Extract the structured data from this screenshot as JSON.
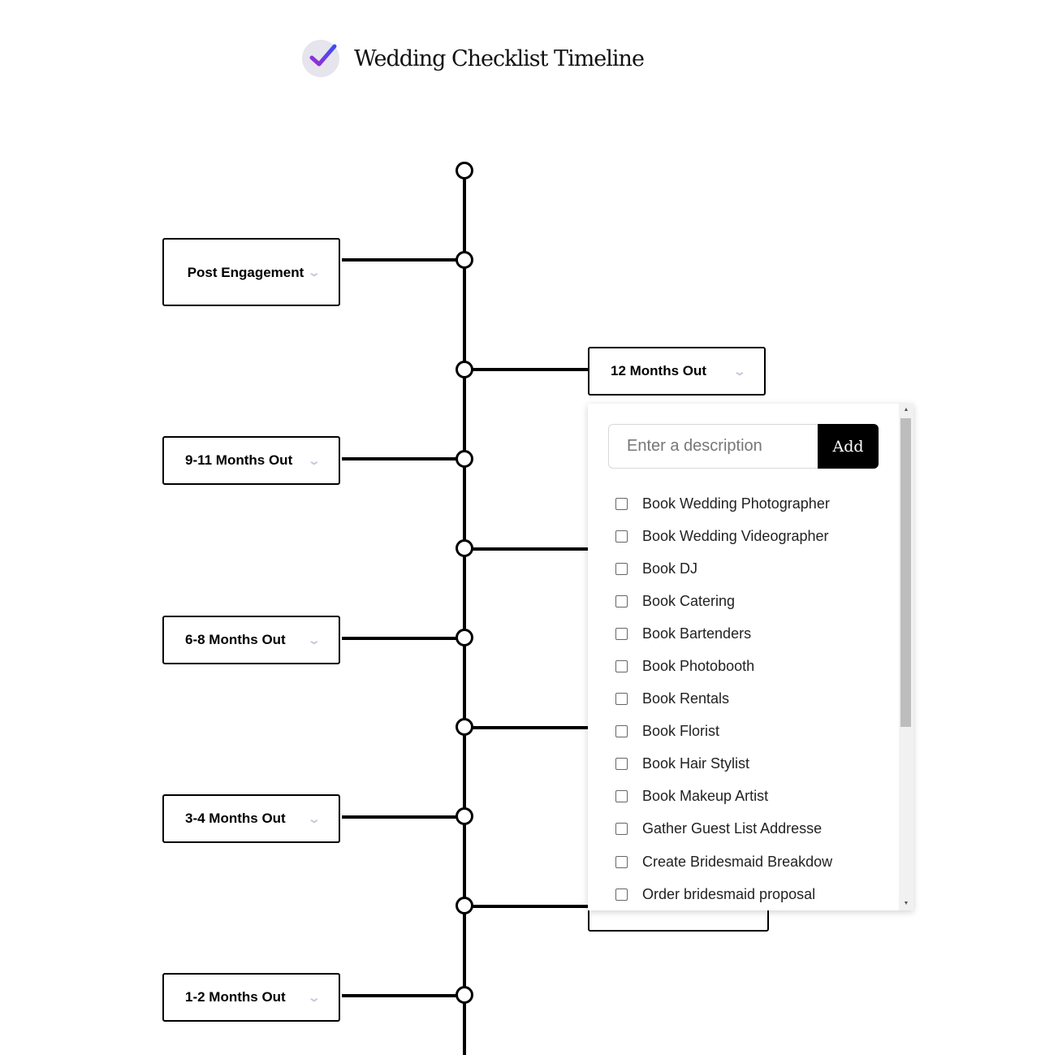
{
  "header": {
    "title": "Wedding Checklist Timeline",
    "logo_icon": "check-circle-icon"
  },
  "stages": [
    {
      "label": "Post Engagement",
      "side": "left"
    },
    {
      "label": "12 Months Out",
      "side": "right"
    },
    {
      "label": "9-11 Months Out",
      "side": "left"
    },
    {
      "label": "6-8 Months Out",
      "side": "left"
    },
    {
      "label": "3-4 Months Out",
      "side": "left"
    },
    {
      "label": "1-2 Months Out",
      "side": "left"
    }
  ],
  "chevron_icon": "chevron-down-icon",
  "dropdown": {
    "open_for": "12 Months Out",
    "placeholder": "Enter a description",
    "add_label": "Add",
    "items": [
      {
        "label": "Book Wedding Photographer",
        "checked": false
      },
      {
        "label": "Book Wedding Videographer",
        "checked": false
      },
      {
        "label": "Book DJ",
        "checked": false
      },
      {
        "label": "Book Catering",
        "checked": false
      },
      {
        "label": "Book Bartenders",
        "checked": false
      },
      {
        "label": "Book Photobooth",
        "checked": false
      },
      {
        "label": "Book Rentals",
        "checked": false
      },
      {
        "label": "Book Florist",
        "checked": false
      },
      {
        "label": "Book Hair Stylist",
        "checked": false
      },
      {
        "label": "Book Makeup Artist",
        "checked": false
      },
      {
        "label": "Gather Guest List Addresse",
        "checked": false
      },
      {
        "label": "Create Bridesmaid Breakdow",
        "checked": false
      },
      {
        "label": "Order bridesmaid proposal",
        "checked": false
      }
    ]
  }
}
